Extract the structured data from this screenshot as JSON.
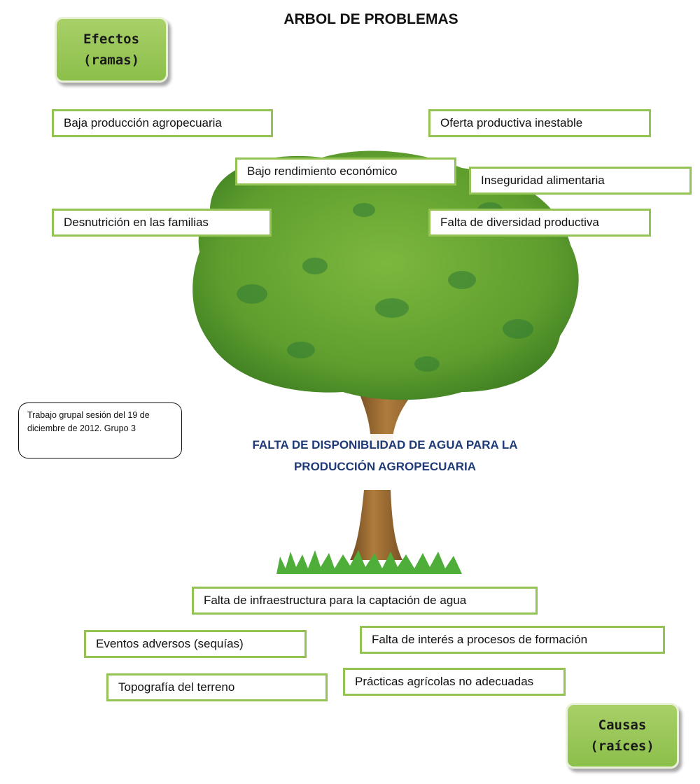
{
  "title": "ARBOL DE PROBLEMAS",
  "effects_label": "Efectos\n(ramas)",
  "causes_label": "Causas\n(raíces)",
  "central_problem": "FALTA DE DISPONIBLIDAD DE AGUA PARA LA PRODUCCIÓN AGROPECUARIA",
  "note": "Trabajo grupal sesión del 19 de diciembre de 2012. Grupo 3",
  "effects": [
    "Baja producción agropecuaria",
    "Oferta productiva inestable",
    "Bajo rendimiento económico",
    "Inseguridad alimentaria",
    "Desnutrición en las familias",
    "Falta de diversidad productiva"
  ],
  "causes": [
    "Falta de infraestructura para la captación de agua",
    "Eventos adversos (sequías)",
    "Falta de interés a procesos de formación",
    "Topografía del terreno",
    "Prácticas agrícolas no adecuadas"
  ],
  "colors": {
    "box_border": "#93c353",
    "badge_fill": "#9bc95a",
    "foliage": "#5f9e2e",
    "trunk": "#9a6a32",
    "problem_text": "#1f3a78"
  }
}
